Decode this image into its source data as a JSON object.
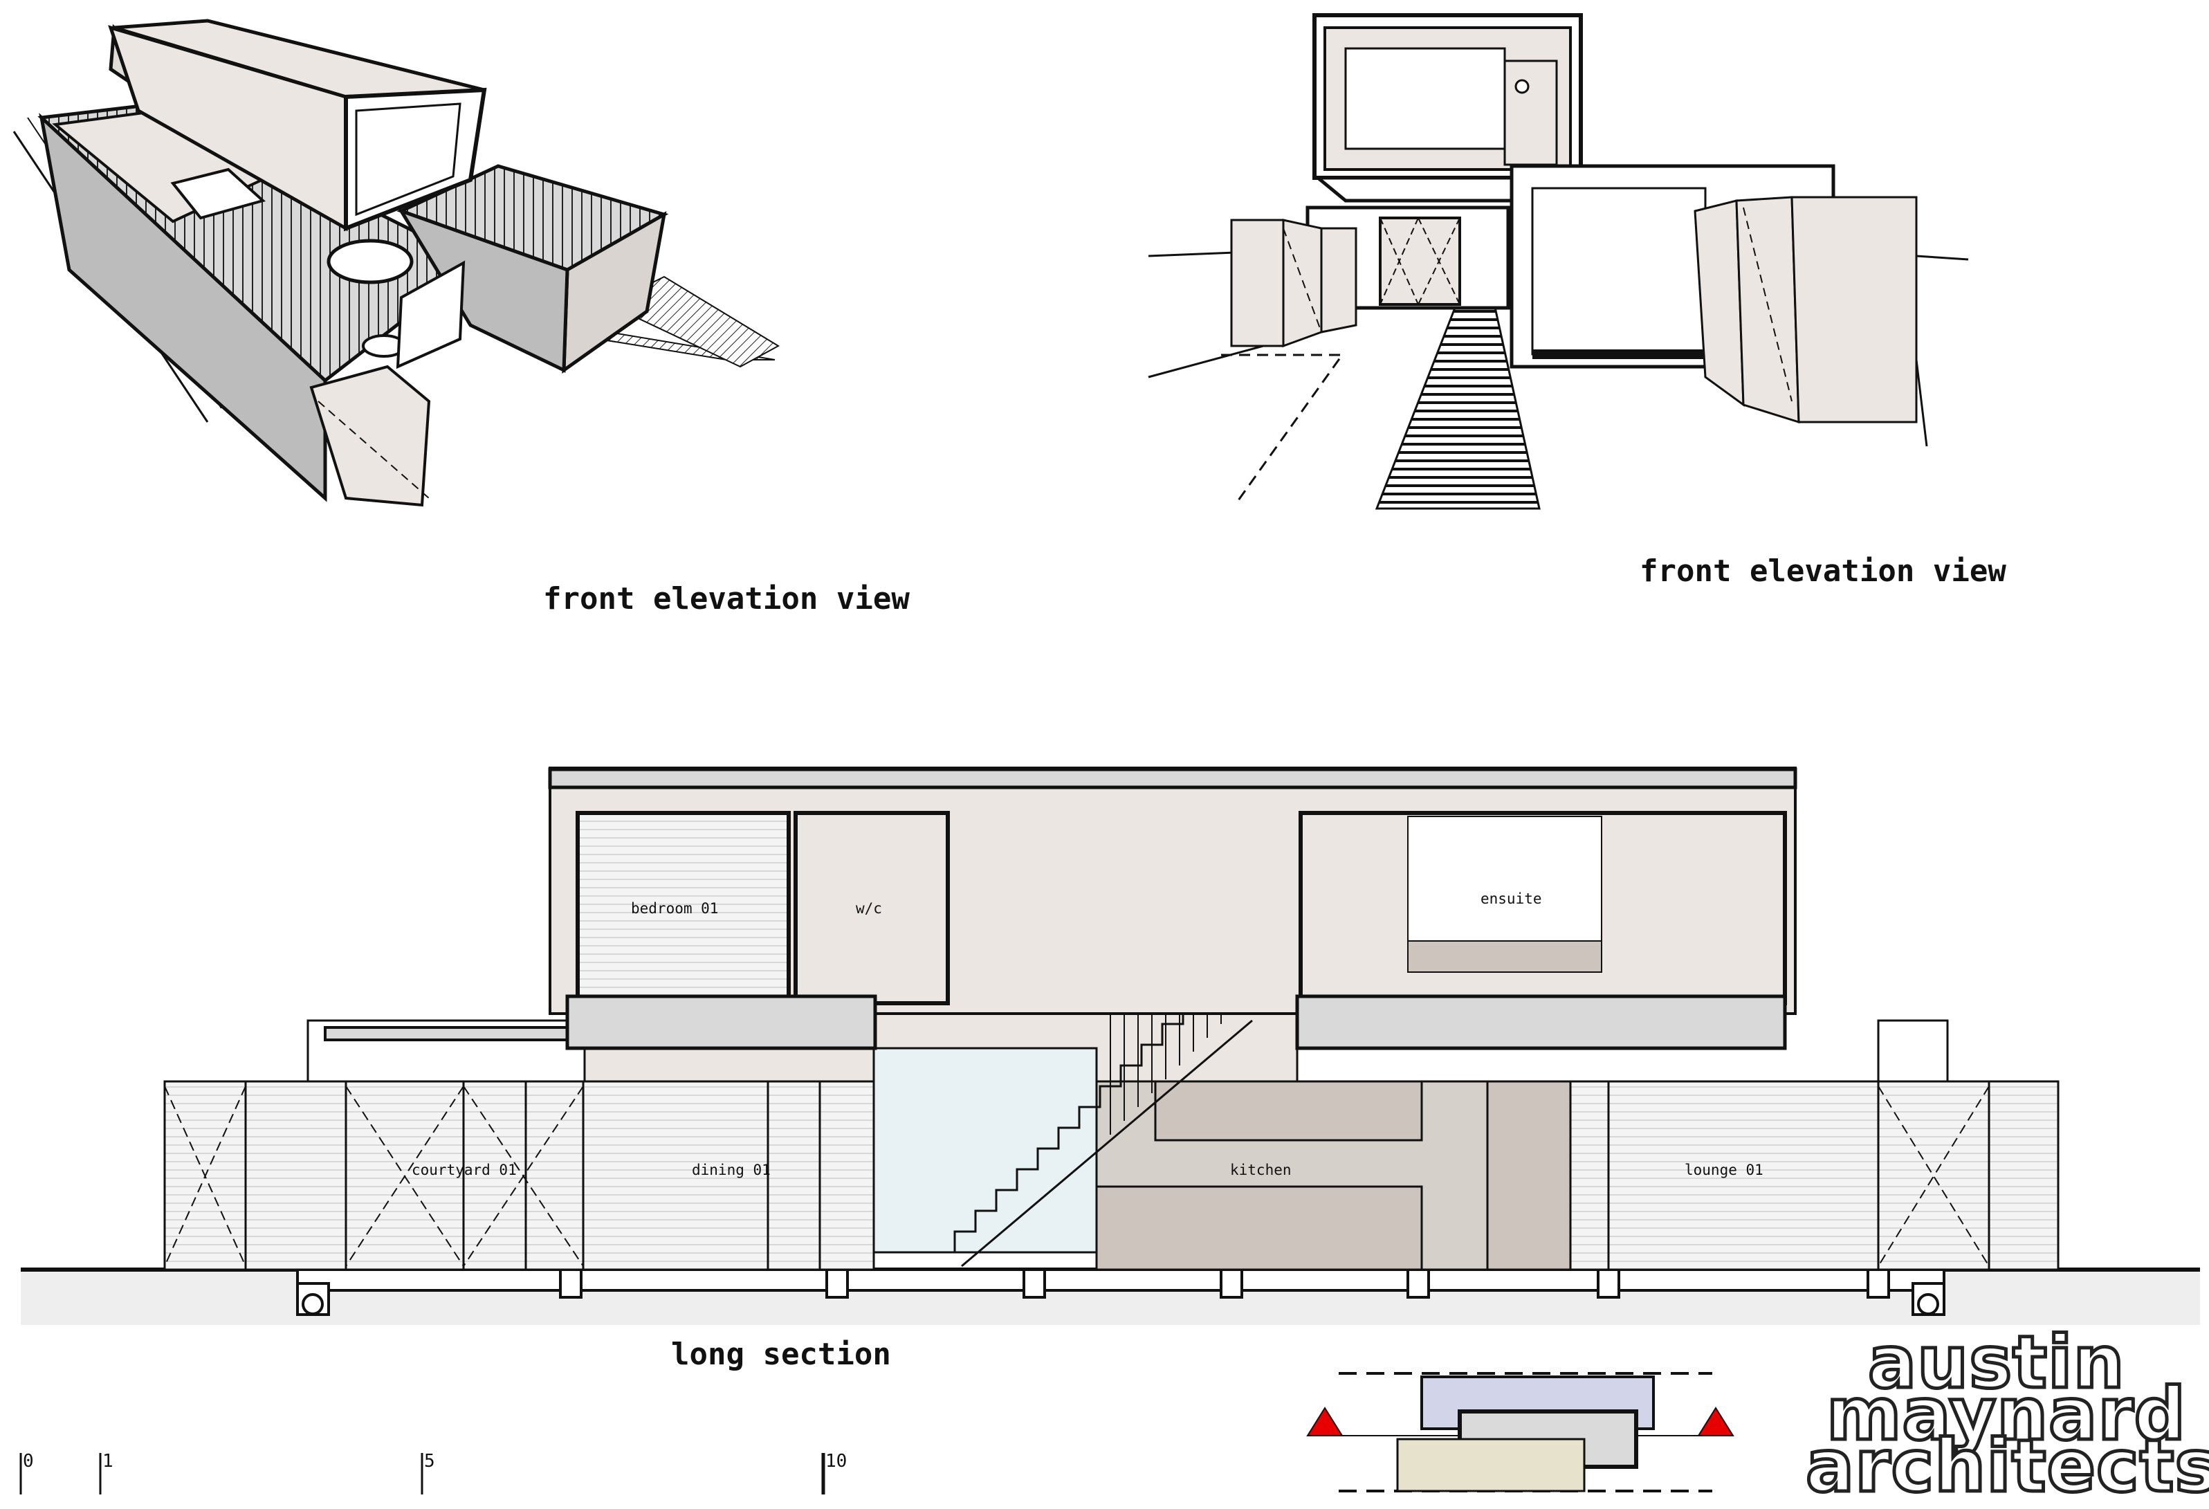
{
  "views": {
    "iso_caption": "front elevation view",
    "persp_caption": "front elevation view",
    "section_caption": "long section"
  },
  "rooms": {
    "bedroom": "bedroom 01",
    "wc": "w/c",
    "ensuite": "ensuite",
    "courtyard": "courtyard 01",
    "dining": "dining 01",
    "kitchen": "kitchen",
    "lounge": "lounge 01"
  },
  "scale_bar": {
    "ticks": [
      "0",
      "1",
      "5",
      "10"
    ]
  },
  "logo": {
    "line1": "austin",
    "line2": "maynard",
    "line3": "architects"
  },
  "colors": {
    "line": "#111111",
    "wall_fill": "#ebe6e1",
    "floor_fill": "#d6d0ca",
    "glass": "#e8f2f4",
    "ground": "#eeeeee",
    "marker_red": "#e60000",
    "keyplan_top": "#d2d4ea",
    "keyplan_mid": "#dadada",
    "keyplan_low": "#e6e2cc"
  }
}
